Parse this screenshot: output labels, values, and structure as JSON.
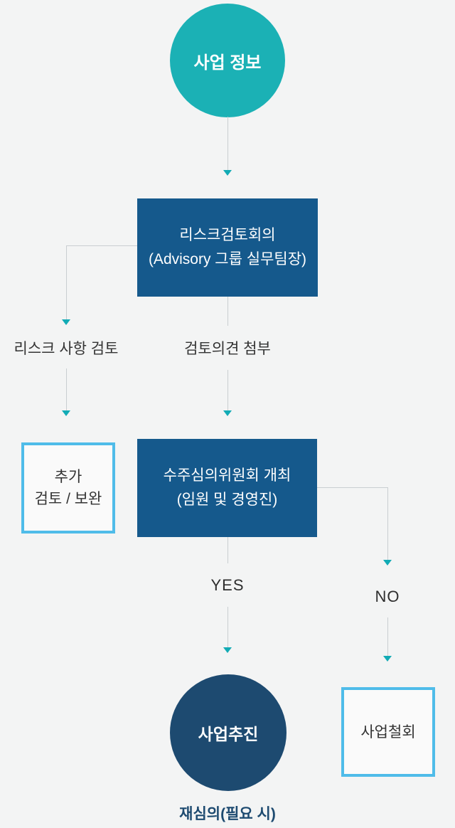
{
  "flow": {
    "start": {
      "label": "사업 정보"
    },
    "risk_meeting": {
      "line1": "리스크검토회의",
      "line2": "(Advisory 그룹 실무팀장)"
    },
    "edge_labels": {
      "risk_review": "리스크 사항 검토",
      "opinion_attach": "검토의견 첨부"
    },
    "additional_box": {
      "line1": "추가",
      "line2": "검토 / 보완"
    },
    "committee": {
      "line1": "수주심의위원회 개최",
      "line2": "(임원 및 경영진)"
    },
    "decision": {
      "yes": "YES",
      "no": "NO"
    },
    "proceed": {
      "label": "사업추진"
    },
    "withdraw": {
      "label": "사업철회"
    },
    "footnote": "재심의(필요 시)"
  },
  "colors": {
    "background": "#f3f4f4",
    "teal_node": "#1bb1b5",
    "blue_node": "#15598c",
    "navy_node": "#1d4a70",
    "outline_box_border": "#4fbce9",
    "connector_line": "#c9ced1",
    "arrowhead": "#12abb5",
    "label_text": "#333333",
    "footnote_text": "#1d4a70"
  }
}
